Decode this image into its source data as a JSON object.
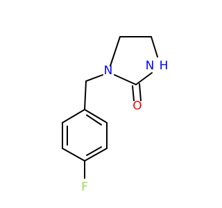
{
  "molecule": {
    "atoms": {
      "n1": {
        "symbol": "N",
        "color": "#0000FF"
      },
      "nh": {
        "symbol": "N",
        "color": "#0000FF"
      },
      "h": {
        "symbol": "H",
        "color": "#0000FF"
      },
      "o": {
        "symbol": "O",
        "color": "#FF0000"
      },
      "f": {
        "symbol": "F",
        "color": "#90E050"
      }
    },
    "bond_color": "#000000"
  }
}
